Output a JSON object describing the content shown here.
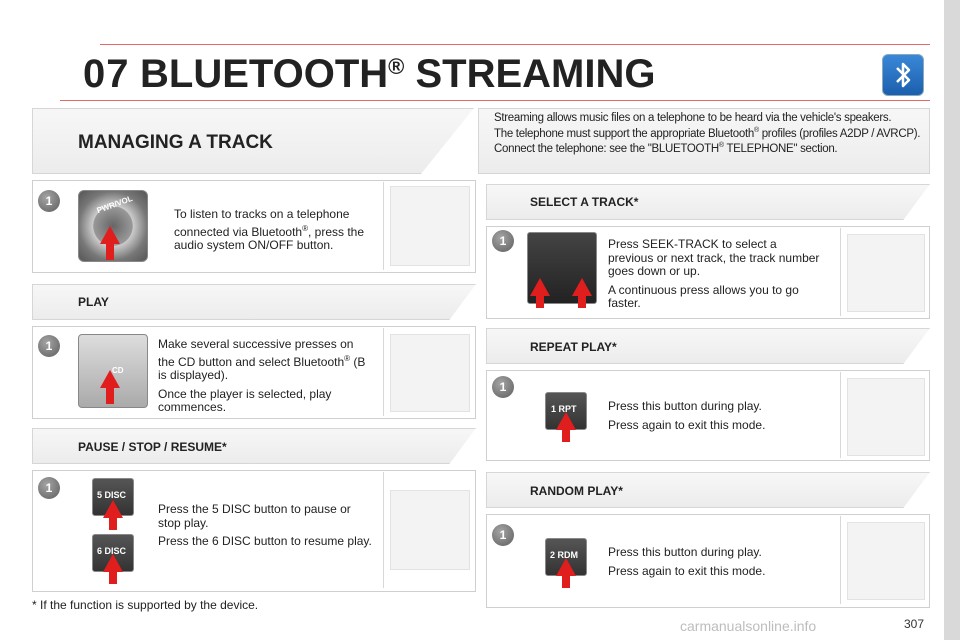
{
  "header": {
    "chapter": "07",
    "title": "BLUETOOTH",
    "title_sup": "®",
    "title_rest": " STREAMING"
  },
  "left": {
    "managing_title": "MANAGING A TRACK",
    "step_number": "1",
    "turn_on_text_1": "To listen to tracks on a telephone connected via Bluetooth",
    "turn_on_sup": "®",
    "turn_on_text_2": ", press the audio system ON/OFF button.",
    "pwr_label": "PWR/VOL",
    "play_title": "PLAY",
    "play_text_1": "Make several successive presses on the CD button and select Bluetooth",
    "play_sup": "®",
    "play_text_2": " (B is displayed).",
    "play_text_3": "Once the player is selected, play commences.",
    "cd_label": "CD",
    "pause_title": "PAUSE / STOP / RESUME*",
    "pause_text_1": "Press the 5 DISC button to pause or stop play.",
    "pause_text_2": "Press the 6 DISC button to resume play.",
    "disc5_label": "5 DISC",
    "disc6_label": "6 DISC"
  },
  "right": {
    "intro_1": "Streaming allows music files on a telephone to be heard via the vehicle's speakers.",
    "intro_2a": "The telephone must support the appropriate Bluetooth",
    "intro_2sup": "®",
    "intro_2b": " profiles (profiles A2DP / AVRCP).",
    "intro_3a": "Connect the telephone: see the \"BLUETOOTH",
    "intro_3sup": "®",
    "intro_3b": " TELEPHONE\" section.",
    "select_title": "SELECT A TRACK*",
    "select_text_1": "Press SEEK-TRACK to select a previous or next track, the track number goes down or up.",
    "select_text_2": "A continuous press allows you to go faster.",
    "repeat_title": "REPEAT PLAY*",
    "repeat_text_1": "Press this button during play.",
    "repeat_text_2": "Press again to exit this mode.",
    "rpt_label": "1 RPT",
    "random_title": "RANDOM PLAY*",
    "random_text_1": "Press this button during play.",
    "random_text_2": "Press again to exit this mode.",
    "rdm_label": "2 RDM"
  },
  "footnote": "* If the function is supported by the device.",
  "page_number": "307",
  "watermark": "carmanualsonline.info",
  "colors": {
    "accent_red": "#e01e1e",
    "header_line": "#e26a6a",
    "bluetooth_blue": "#1b5fad"
  }
}
